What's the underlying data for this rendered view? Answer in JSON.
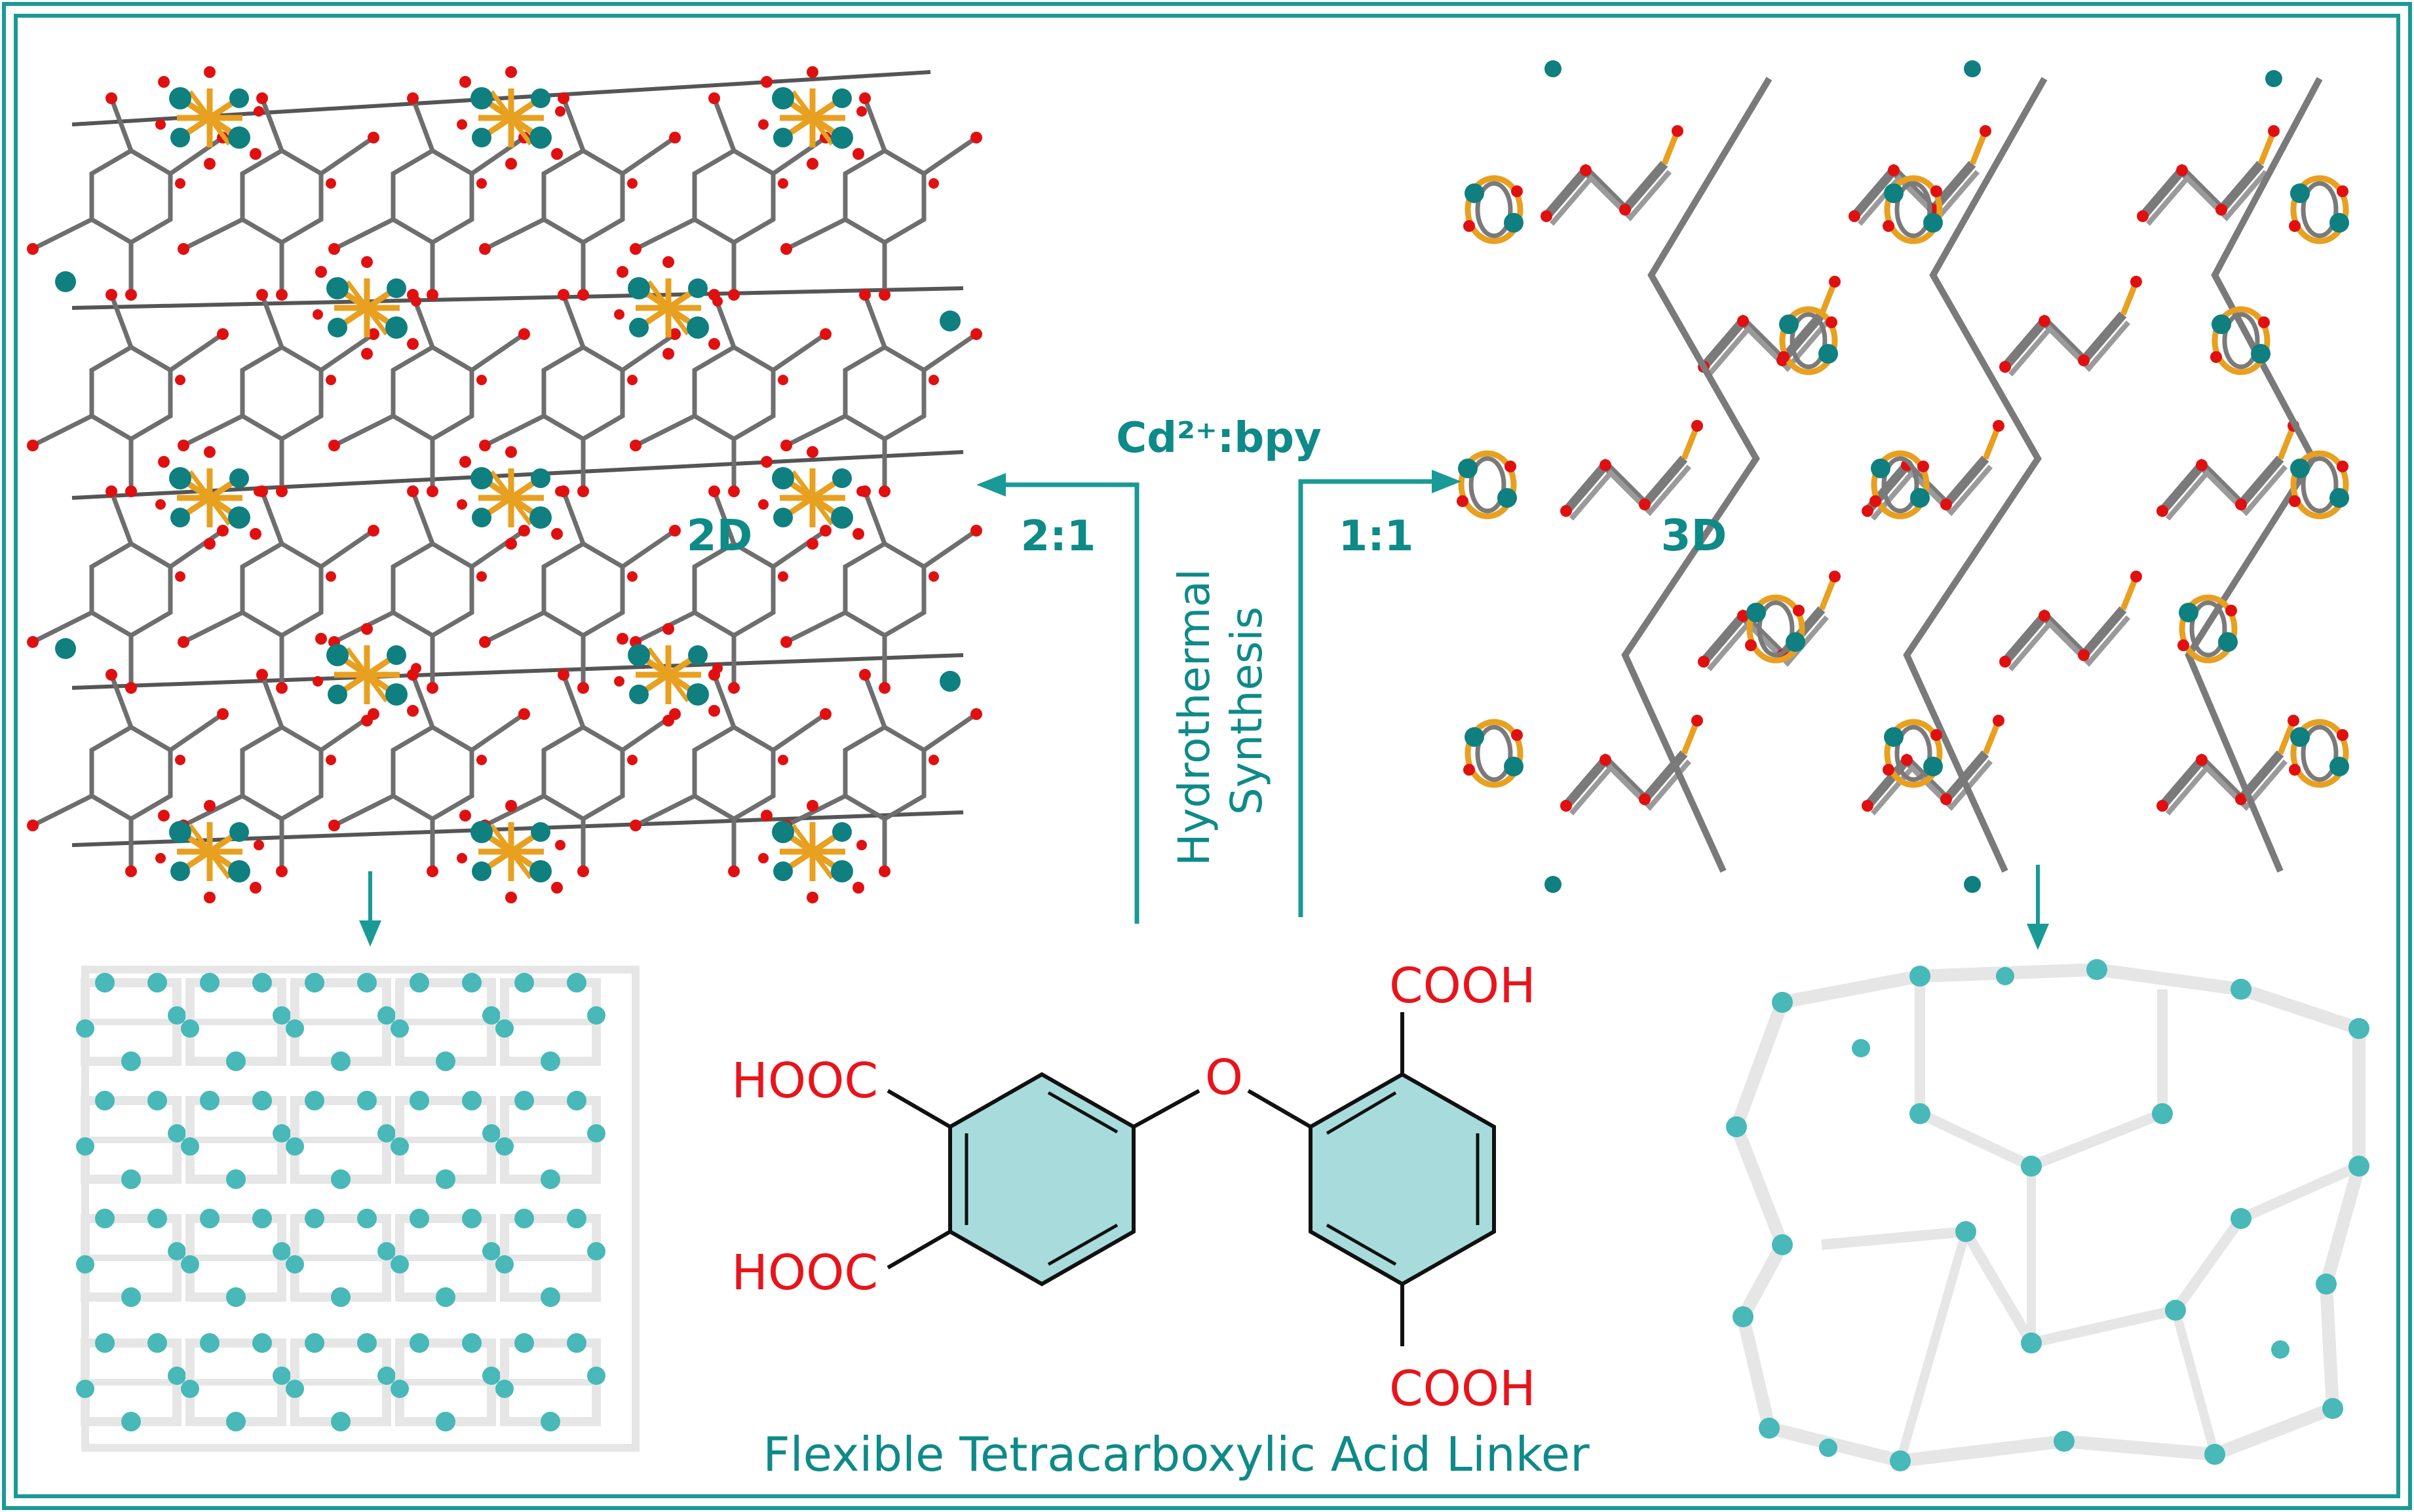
{
  "colors": {
    "frame": "#1a9a96",
    "teal_text": "#0e8a88",
    "acid_red": "#e8141c",
    "ring_fill": "#a8dcdc",
    "bond_gray": "#6e6e6e",
    "metal_teal": "#0f7f80",
    "oxygen_red": "#e01010",
    "cd_bond_gold": "#e8a020",
    "net_node": "#48b8b8",
    "net_rod": "#e6e6e6"
  },
  "labels": {
    "ratio_left": "2:1",
    "ratio_right": "1:1",
    "dim_left": "2D",
    "dim_right": "3D",
    "reagent": "Cd²⁺:bpy",
    "method_line1": "Hydrothermal",
    "method_line2": "Synthesis",
    "linker_caption": "Flexible Tetracarboxylic Acid Linker"
  },
  "molecule": {
    "groups": {
      "upper_left": "HOOC",
      "lower_left": "HOOC",
      "upper_right": "COOH",
      "lower_right": "COOH",
      "bridge_atom": "O"
    }
  }
}
